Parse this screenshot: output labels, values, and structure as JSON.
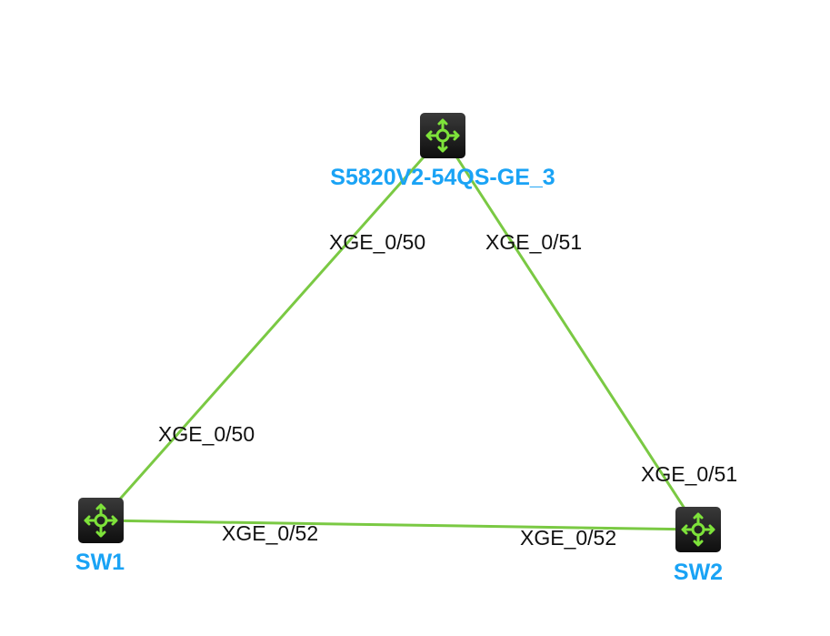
{
  "colors": {
    "link": "#7ac943",
    "device_label": "#1aa3f5",
    "icon": "#7ee33a"
  },
  "devices": [
    {
      "name": "S5820V2-54QS-GE_3",
      "icon": "switch-icon"
    },
    {
      "name": "SW1",
      "icon": "switch-icon"
    },
    {
      "name": "SW2",
      "icon": "switch-icon"
    }
  ],
  "links": [
    {
      "from": "S5820V2-54QS-GE_3",
      "from_port": "XGE_0/50",
      "to": "SW1",
      "to_port": "XGE_0/50"
    },
    {
      "from": "S5820V2-54QS-GE_3",
      "from_port": "XGE_0/51",
      "to": "SW2",
      "to_port": "XGE_0/51"
    },
    {
      "from": "SW1",
      "from_port": "XGE_0/52",
      "to": "SW2",
      "to_port": "XGE_0/52"
    }
  ]
}
